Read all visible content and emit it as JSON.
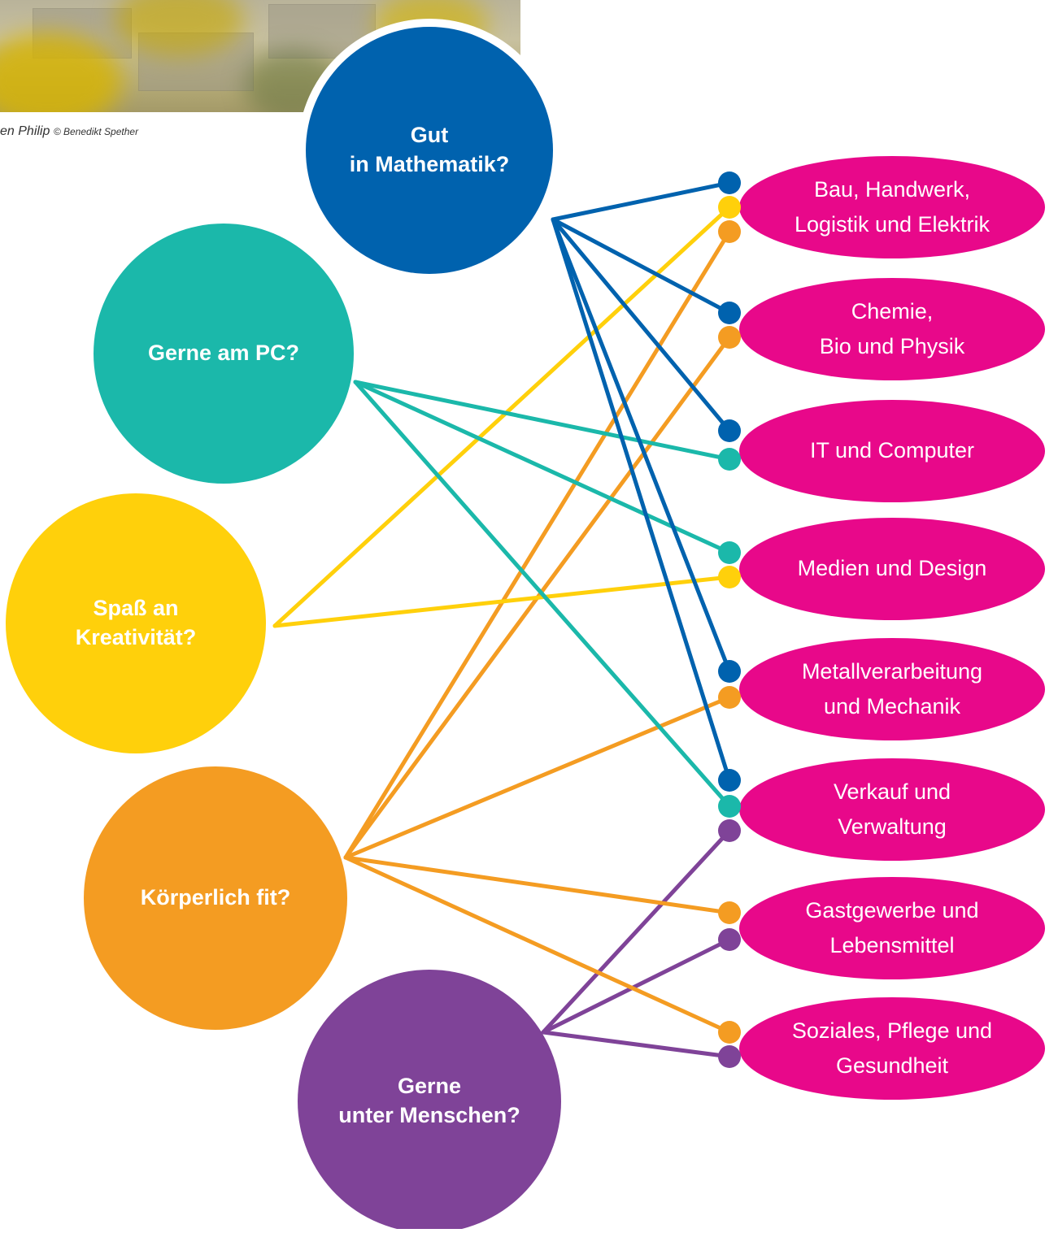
{
  "photo": {
    "caption": "en Philip",
    "credit": "© Benedikt Spether"
  },
  "colors": {
    "math": "#0062ae",
    "pc": "#1bb8aa",
    "creative": "#ffd00b",
    "fit": "#f49c22",
    "people": "#7f4398",
    "field": "#e8088a"
  },
  "interests": [
    {
      "id": "math",
      "label": "Gut\nin Mathematik?"
    },
    {
      "id": "pc",
      "label": "Gerne am PC?"
    },
    {
      "id": "creative",
      "label": "Spaß an\nKreativität?"
    },
    {
      "id": "fit",
      "label": "Körperlich fit?"
    },
    {
      "id": "people",
      "label": "Gerne\nunter Menschen?"
    }
  ],
  "fields": [
    {
      "id": "bau",
      "label": "Bau, Handwerk,\nLogistik und Elektrik",
      "connections": [
        "math",
        "creative",
        "fit"
      ]
    },
    {
      "id": "chemie",
      "label": "Chemie,\nBio und Physik",
      "connections": [
        "math",
        "fit"
      ]
    },
    {
      "id": "it",
      "label": "IT und Computer",
      "connections": [
        "math",
        "pc"
      ]
    },
    {
      "id": "medien",
      "label": "Medien und Design",
      "connections": [
        "pc",
        "creative"
      ]
    },
    {
      "id": "metall",
      "label": "Metallverarbeitung\nund Mechanik",
      "connections": [
        "math",
        "fit"
      ]
    },
    {
      "id": "verkauf",
      "label": "Verkauf und\nVerwaltung",
      "connections": [
        "math",
        "pc",
        "people"
      ]
    },
    {
      "id": "gast",
      "label": "Gastgewerbe und\nLebensmittel",
      "connections": [
        "fit",
        "people"
      ]
    },
    {
      "id": "sozial",
      "label": "Soziales, Pflege und\nGesundheit",
      "connections": [
        "fit",
        "people"
      ]
    }
  ]
}
